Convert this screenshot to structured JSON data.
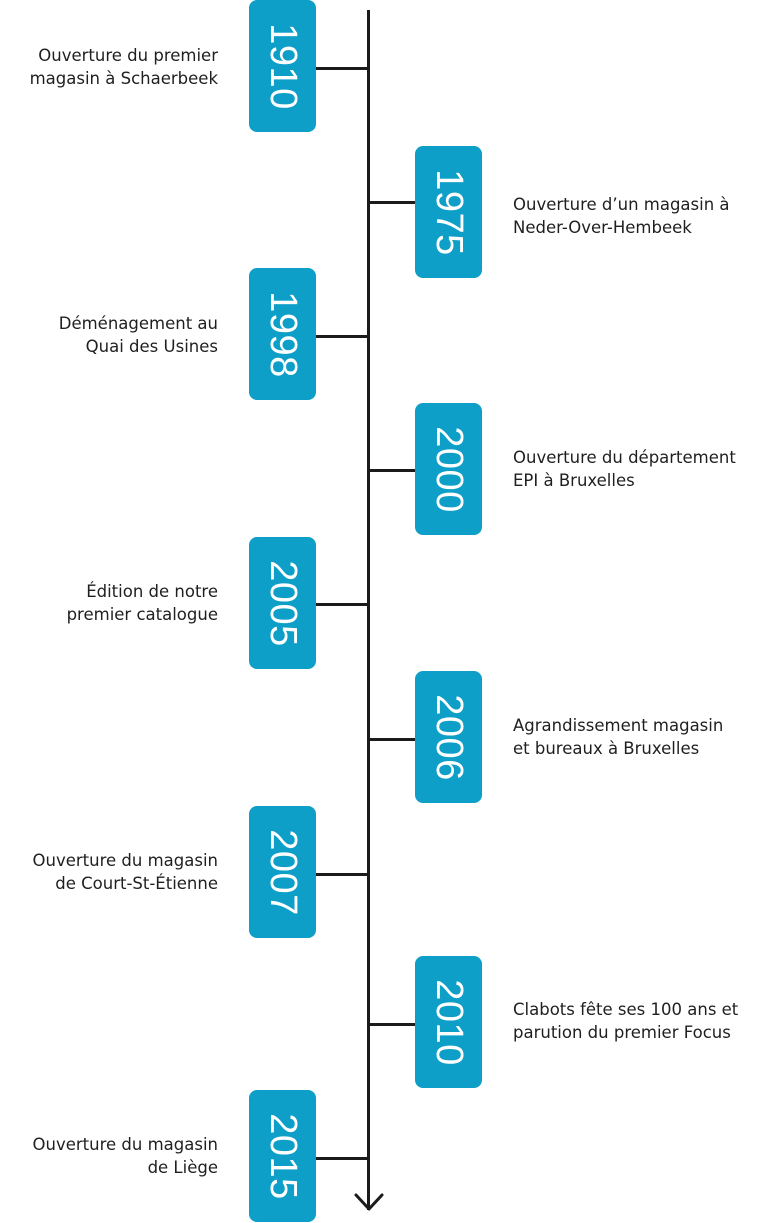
{
  "timeline": {
    "events": [
      {
        "year": "1910",
        "side": "left",
        "line1": "Ouverture du premier",
        "line2": "magasin à Schaerbeek"
      },
      {
        "year": "1975",
        "side": "right",
        "line1": "Ouverture d’un magasin à",
        "line2": "Neder-Over-Hembeek"
      },
      {
        "year": "1998",
        "side": "left",
        "line1": "Déménagement au",
        "line2": "Quai des Usines"
      },
      {
        "year": "2000",
        "side": "right",
        "line1": "Ouverture du département",
        "line2": "EPI à Bruxelles"
      },
      {
        "year": "2005",
        "side": "left",
        "line1": "Édition de notre",
        "line2": "premier catalogue"
      },
      {
        "year": "2006",
        "side": "right",
        "line1": "Agrandissement magasin",
        "line2": "et bureaux à Bruxelles"
      },
      {
        "year": "2007",
        "side": "left",
        "line1": "Ouverture du magasin",
        "line2": "de Court-St-Étienne"
      },
      {
        "year": "2010",
        "side": "right",
        "line1": "Clabots fête ses 100 ans et",
        "line2": "parution du premier Focus"
      },
      {
        "year": "2015",
        "side": "left",
        "line1": "Ouverture du magasin",
        "line2": "de Liège"
      }
    ]
  },
  "colors": {
    "accent": "#0d9fc8",
    "line": "#1b1b1b",
    "text": "#1f1f1f"
  }
}
